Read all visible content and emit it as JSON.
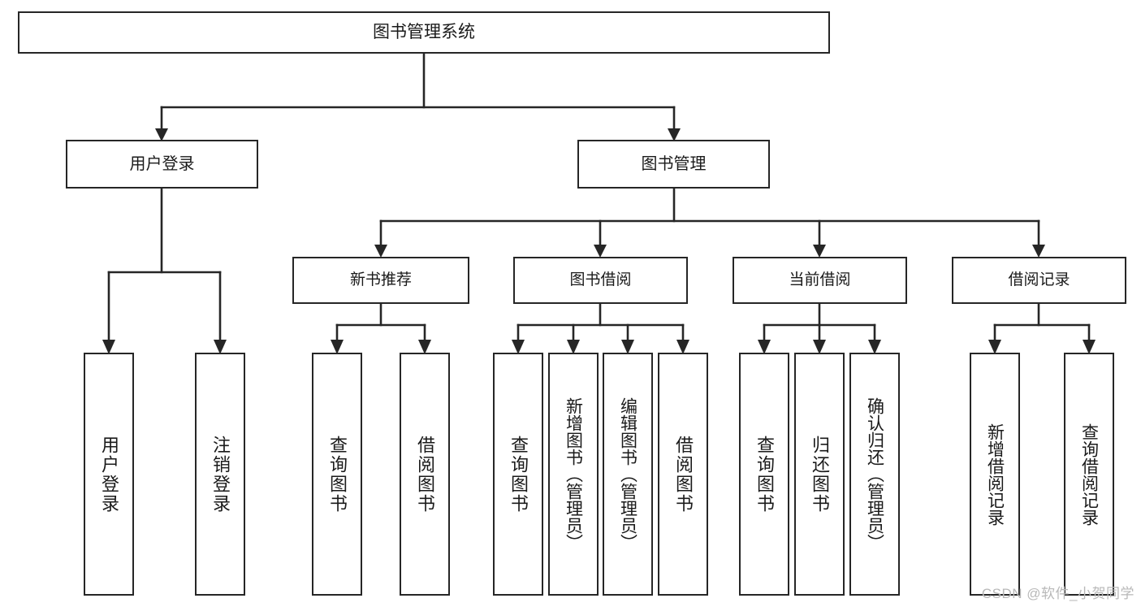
{
  "diagram": {
    "title": "图书管理系统",
    "type": "hierarchy-tree",
    "root": {
      "id": "root",
      "label": "图书管理系统"
    },
    "level2": [
      {
        "id": "user-login",
        "label": "用户登录"
      },
      {
        "id": "book-manage",
        "label": "图书管理"
      }
    ],
    "level3": [
      {
        "id": "new-book-recommend",
        "label": "新书推荐",
        "parent": "book-manage"
      },
      {
        "id": "book-borrow",
        "label": "图书借阅",
        "parent": "book-manage"
      },
      {
        "id": "current-borrow",
        "label": "当前借阅",
        "parent": "book-manage"
      },
      {
        "id": "borrow-record",
        "label": "借阅记录",
        "parent": "book-manage"
      }
    ],
    "leaves": [
      {
        "id": "leaf-user-login",
        "label": "用户登录",
        "parent": "user-login"
      },
      {
        "id": "leaf-user-logout",
        "label": "注销登录",
        "parent": "user-login"
      },
      {
        "id": "leaf-query-book-1",
        "label": "查询图书",
        "parent": "new-book-recommend"
      },
      {
        "id": "leaf-borrow-book-1",
        "label": "借阅图书",
        "parent": "new-book-recommend"
      },
      {
        "id": "leaf-query-book-2",
        "label": "查询图书",
        "parent": "book-borrow"
      },
      {
        "id": "leaf-add-book",
        "label": "新增图书（管理员）",
        "parent": "book-borrow"
      },
      {
        "id": "leaf-edit-book",
        "label": "编辑图书（管理员）",
        "parent": "book-borrow"
      },
      {
        "id": "leaf-borrow-book-2",
        "label": "借阅图书",
        "parent": "book-borrow"
      },
      {
        "id": "leaf-query-book-3",
        "label": "查询图书",
        "parent": "current-borrow"
      },
      {
        "id": "leaf-return-book",
        "label": "归还图书",
        "parent": "current-borrow"
      },
      {
        "id": "leaf-confirm-return",
        "label": "确认归还（管理员）",
        "parent": "current-borrow"
      },
      {
        "id": "leaf-add-record",
        "label": "新增借阅记录",
        "parent": "borrow-record"
      },
      {
        "id": "leaf-query-record",
        "label": "查询借阅记录",
        "parent": "borrow-record"
      }
    ],
    "colors": {
      "stroke": "#262626",
      "background": "#ffffff",
      "text": "#1a1a1a",
      "watermark": "#b8b8b8"
    }
  },
  "watermark": {
    "text": "CSDN @软件_小贺同学"
  }
}
